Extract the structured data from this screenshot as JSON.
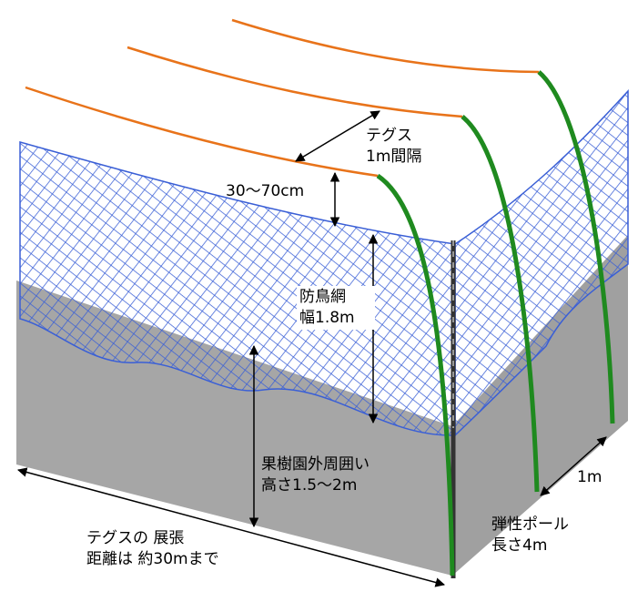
{
  "labels": {
    "tegusu_spacing_line1": "テグス",
    "tegusu_spacing_line2": "1m間隔",
    "gap_height": "30～70cm",
    "net_line1": "防鳥網",
    "net_line2": "幅1.8m",
    "fence_line1": "果樹園外周囲い",
    "fence_line2": "高さ1.5～2m",
    "span_line1": "テグスの 展張",
    "span_line2": "距離は 約30mまで",
    "pole_line1": "弾性ポール",
    "pole_line2": "長さ4m",
    "pole_spacing": "1m"
  },
  "colors": {
    "tegusu_line": "#e8731a",
    "net_mesh": "#3a5fd6",
    "pole": "#1f8a1f",
    "fence_front": "#a6a6a6",
    "fence_side": "#a0a0a0",
    "post": "#333333"
  }
}
